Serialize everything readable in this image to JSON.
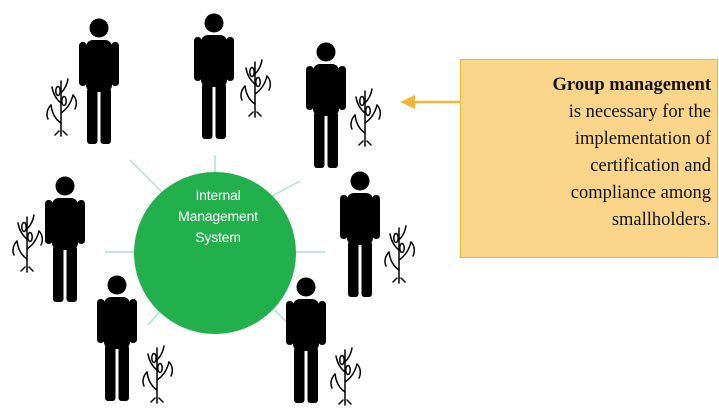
{
  "center_circle": {
    "lines": [
      "Internal",
      "Management",
      "System"
    ],
    "color": "#21b04b"
  },
  "callout": {
    "title": "Group management",
    "lines": [
      "is necessary for the",
      "implementation of",
      "certification and",
      "compliance among",
      "smallholders."
    ],
    "background": "#fbd58a",
    "border_color": "#f2b738",
    "arrow_color": "#f2b738"
  },
  "figures": {
    "count": 7,
    "person_icon": "person-icon",
    "plant_icon": "corn-plant-icon",
    "person_color": "#000000",
    "connector_color": "#bfe3d2"
  }
}
